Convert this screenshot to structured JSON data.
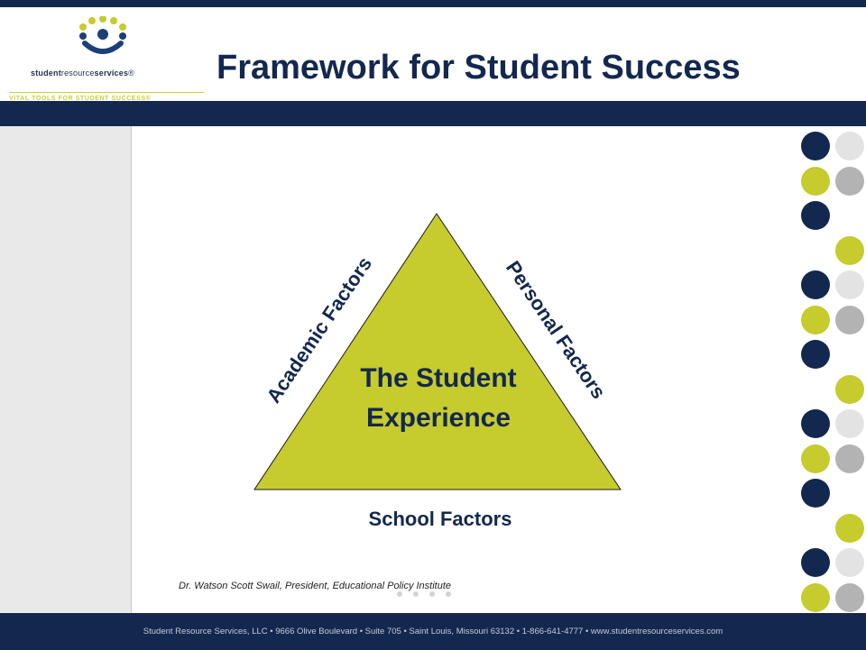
{
  "header": {
    "logo": {
      "wordmark_bold": "student",
      "wordmark_light": "resource",
      "wordmark_bold2": "services",
      "reg": "®",
      "tagline": "VITAL TOOLS FOR STUDENT SUCCESS®"
    },
    "title": "Framework for Student Success"
  },
  "diagram": {
    "center_line1": "The Student",
    "center_line2": "Experience",
    "left_label": "Academic Factors",
    "right_label": "Personal Factors",
    "bottom_label": "School Factors"
  },
  "credit": "Dr. Watson Scott Swail, President, Educational Policy Institute",
  "footer": "Student Resource Services, LLC  •  9666 Olive Boulevard  •  Suite 705  •  Saint Louis, Missouri 63132  •  1-866-641-4777  •  www.studentresourceservices.com",
  "colors": {
    "navy": "#13284f",
    "lime": "#c6cb2e",
    "lightgray": "#e3e3e3",
    "midgray": "#b3b3b3"
  },
  "decor_dots": [
    [
      "navy",
      "lightgray"
    ],
    [
      "lime",
      "midgray"
    ],
    [
      "navy",
      ""
    ],
    [
      "",
      "lime"
    ],
    [
      "navy",
      "lightgray"
    ],
    [
      "lime",
      "midgray"
    ],
    [
      "navy",
      ""
    ],
    [
      "",
      "lime"
    ],
    [
      "navy",
      "lightgray"
    ],
    [
      "lime",
      "midgray"
    ],
    [
      "navy",
      ""
    ],
    [
      "",
      "lime"
    ],
    [
      "navy",
      "lightgray"
    ],
    [
      "lime",
      "midgray"
    ]
  ]
}
